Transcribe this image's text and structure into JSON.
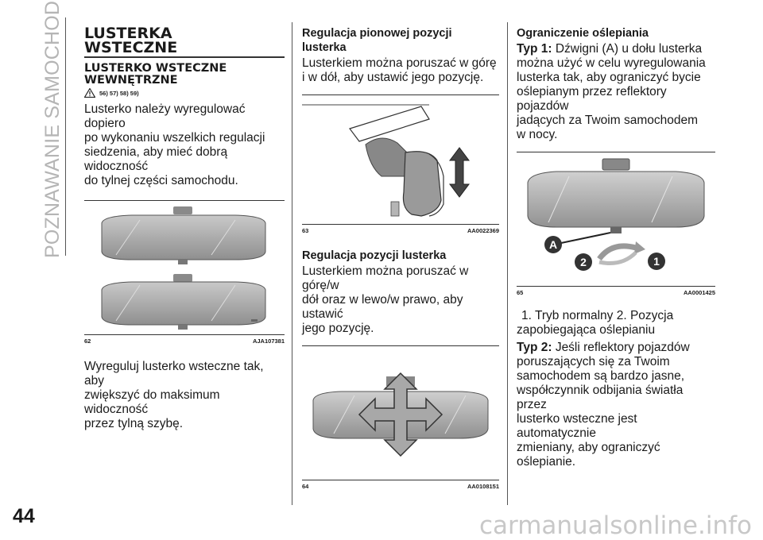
{
  "side_section": "POZNAWANIE SAMOCHODU",
  "page_number": "44",
  "watermark": "carmanualsonline.info",
  "col1": {
    "title_line1": "LUSTERKA",
    "title_line2": "WSTECZNE",
    "subtitle_line1": "LUSTERKO WSTECZNE",
    "subtitle_line2": "WEWNĘTRZNE",
    "warning_refs": "56) 57) 58) 59)",
    "para1": [
      "Lusterko należy wyregulować dopiero",
      "po wykonaniu wszelkich regulacji",
      "siedzenia, aby mieć dobrą widoczność",
      "do tylnej części samochodu."
    ],
    "fig_num": "62",
    "fig_code": "AJA107381",
    "para2": [
      "Wyreguluj lusterko wsteczne tak, aby",
      "zwiększyć do maksimum widoczność",
      "przez tylną szybę."
    ]
  },
  "col2": {
    "heading1": "Regulacja pionowej pozycji lusterka",
    "para1": [
      "Lusterkiem można poruszać w górę",
      "i w dół, aby ustawić jego pozycję."
    ],
    "fig1_num": "63",
    "fig1_code": "AA0022369",
    "heading2": "Regulacja pozycji lusterka",
    "para2": [
      "Lusterkiem można poruszać w górę/w",
      "dół oraz w lewo/w prawo, aby ustawić",
      "jego pozycję."
    ],
    "fig2_num": "64",
    "fig2_code": "AA0108151"
  },
  "col3": {
    "heading": "Ograniczenie oślepiania",
    "typ1_label": "Typ 1:",
    "typ1_text": [
      "Dźwigni (A) u dołu lusterka",
      "można użyć w celu wyregulowania",
      "lusterka tak, aby ograniczyć bycie",
      "oślepianym przez reflektory pojazdów",
      "jadących za Twoim samochodem",
      "w nocy."
    ],
    "fig_num": "65",
    "fig_code": "AA0001425",
    "fig_labels": {
      "a": "A",
      "one": "1",
      "two": "2"
    },
    "caption": [
      "1. Tryb normalny  2. Pozycja",
      "zapobiegająca oślepianiu"
    ],
    "typ2_label": "Typ 2:",
    "typ2_text": [
      "Jeśli reflektory pojazdów",
      "poruszających się za Twoim",
      "samochodem są bardzo jasne,",
      "współczynnik odbijania światła przez",
      "lusterko wsteczne jest automatycznie",
      "zmieniany, aby ograniczyć oślepianie."
    ]
  }
}
